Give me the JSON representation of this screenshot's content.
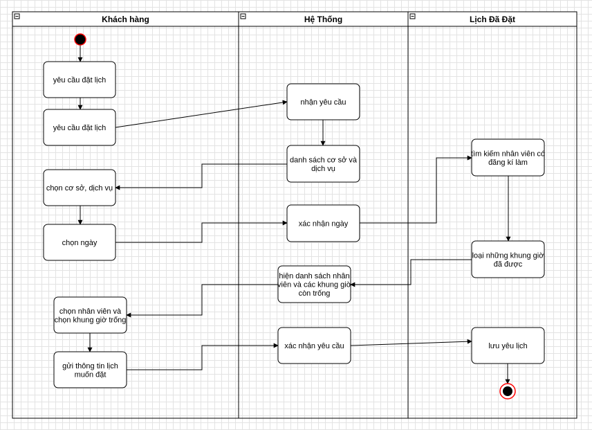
{
  "lanes": [
    {
      "id": "khach-hang",
      "title": "Khách hàng"
    },
    {
      "id": "he-thong",
      "title": "Hệ Thống"
    },
    {
      "id": "lich-da-dat",
      "title": "Lịch Đã Đặt"
    }
  ],
  "nodes": [
    {
      "id": "n1",
      "lane": "khach-hang",
      "lines": [
        "yêu cầu đặt lịch"
      ]
    },
    {
      "id": "n2",
      "lane": "khach-hang",
      "lines": [
        "yêu cầu đặt lịch"
      ]
    },
    {
      "id": "n3",
      "lane": "he-thong",
      "lines": [
        "nhận yêu cầu"
      ]
    },
    {
      "id": "n4",
      "lane": "he-thong",
      "lines": [
        "danh sách cơ sở và",
        "dịch vụ"
      ]
    },
    {
      "id": "n5",
      "lane": "khach-hang",
      "lines": [
        "chọn cơ sở, dịch vụ"
      ]
    },
    {
      "id": "n6",
      "lane": "khach-hang",
      "lines": [
        "chọn ngày"
      ]
    },
    {
      "id": "n7",
      "lane": "he-thong",
      "lines": [
        "xác nhận ngày"
      ]
    },
    {
      "id": "n8",
      "lane": "lich-da-dat",
      "lines": [
        "tìm kiếm nhân viên có",
        "đăng kí làm"
      ]
    },
    {
      "id": "n9",
      "lane": "lich-da-dat",
      "lines": [
        "loại những khung giờ",
        "đã được"
      ]
    },
    {
      "id": "n10",
      "lane": "he-thong",
      "lines": [
        "hiện danh sách nhân",
        "viên và các khung giờ",
        "còn trống"
      ]
    },
    {
      "id": "n11",
      "lane": "khach-hang",
      "lines": [
        "chọn nhân viên và",
        "chọn khung giờ trống"
      ]
    },
    {
      "id": "n12",
      "lane": "khach-hang",
      "lines": [
        "gửi thông tin lịch",
        "muốn đặt"
      ]
    },
    {
      "id": "n13",
      "lane": "he-thong",
      "lines": [
        "xác nhận yêu cầu"
      ]
    },
    {
      "id": "n14",
      "lane": "lich-da-dat",
      "lines": [
        "lưu yêu lịch"
      ]
    }
  ],
  "edges": [
    [
      "start",
      "n1"
    ],
    [
      "n1",
      "n2"
    ],
    [
      "n2",
      "n3"
    ],
    [
      "n3",
      "n4"
    ],
    [
      "n4",
      "n5"
    ],
    [
      "n5",
      "n6"
    ],
    [
      "n6",
      "n7"
    ],
    [
      "n7",
      "n8"
    ],
    [
      "n8",
      "n9"
    ],
    [
      "n9",
      "n10"
    ],
    [
      "n10",
      "n11"
    ],
    [
      "n11",
      "n12"
    ],
    [
      "n12",
      "n13"
    ],
    [
      "n13",
      "n14"
    ],
    [
      "n14",
      "end"
    ]
  ],
  "colors": {
    "line": "#000000",
    "start_fill": "#000000",
    "start_border": "#ff0000",
    "grid": "#e3e3e3"
  }
}
